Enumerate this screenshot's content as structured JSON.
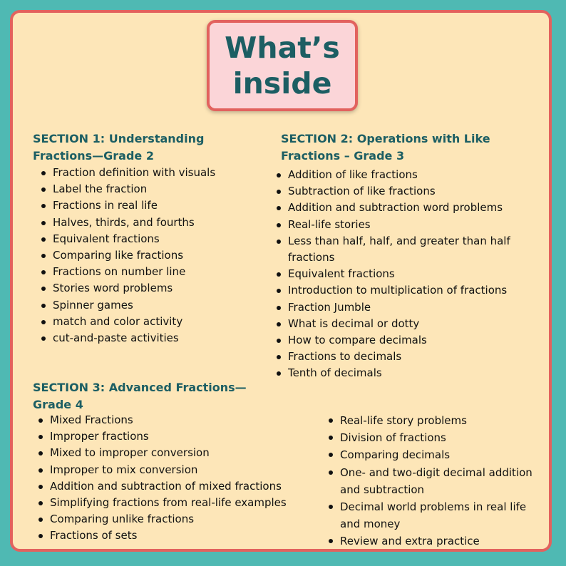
{
  "title": {
    "line1": "What’s",
    "line2": "inside"
  },
  "section1": {
    "heading_line1": "SECTION 1: Understanding",
    "heading_line2": "Fractions—Grade 2",
    "items": [
      "Fraction definition with visuals",
      "Label the fraction",
      "Fractions in real life",
      "Halves, thirds, and fourths",
      "Equivalent fractions",
      "Comparing like fractions",
      "Fractions on number line",
      "Stories word problems",
      "Spinner games",
      "match and color activity",
      "cut-and-paste activities"
    ]
  },
  "section2": {
    "heading_line1": "SECTION 2: Operations with Like",
    "heading_line2": "Fractions – Grade 3",
    "items": [
      "Addition of like fractions",
      "Subtraction of like fractions",
      "Addition and subtraction word problems",
      "Real-life stories",
      "Less than half, half, and greater than half fractions",
      "Equivalent fractions",
      "Introduction to multiplication of fractions",
      "Fraction Jumble",
      "What is decimal or dotty",
      "How to compare decimals",
      "Fractions to decimals",
      "Tenth of decimals"
    ]
  },
  "section3": {
    "heading_line1": "SECTION 3: Advanced Fractions—",
    "heading_line2": "Grade 4",
    "items_left": [
      "Mixed Fractions",
      "Improper fractions",
      "Mixed to improper conversion",
      "Improper to mix conversion",
      "Addition and subtraction of mixed fractions",
      "Simplifying fractions from real-life examples",
      "Comparing unlike fractions",
      "Fractions of sets"
    ],
    "items_right": [
      "Real-life story problems",
      "Division of fractions",
      "Comparing decimals",
      "One- and two-digit decimal addition and subtraction",
      "Decimal world problems in real life and money",
      "Review and extra practice"
    ]
  },
  "colors": {
    "background": "#4fb9b3",
    "card": "#fde6b8",
    "border": "#e2625e",
    "title_box": "#fbd5d8",
    "heading_text": "#1c5e63"
  }
}
